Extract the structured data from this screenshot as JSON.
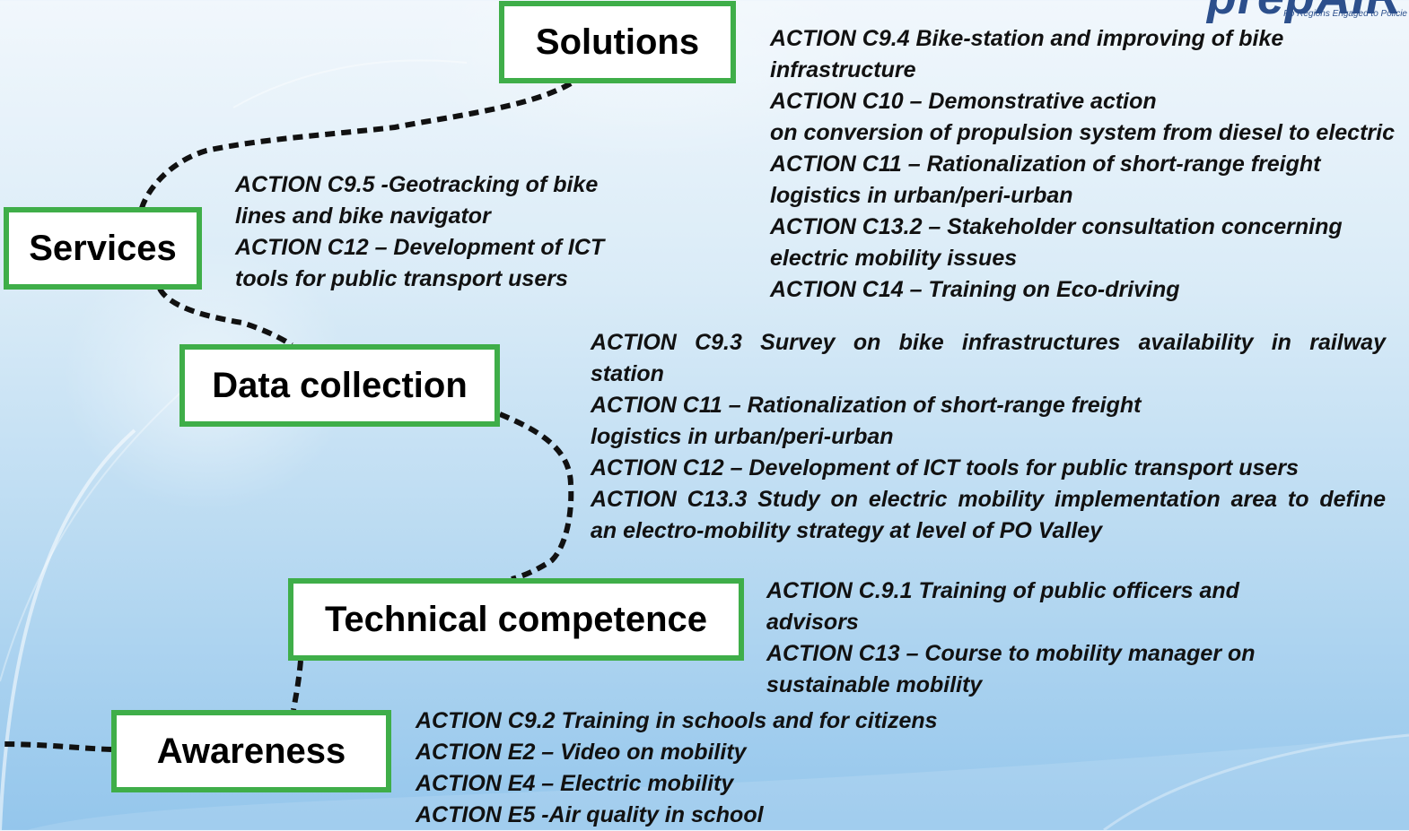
{
  "logo": {
    "word": "prepAIR",
    "tagline": "Po Regions Engaged to Policie"
  },
  "stages": {
    "solutions": "Solutions",
    "services": "Services",
    "data_collection": "Data collection",
    "technical_competence": "Technical competence",
    "awareness": "Awareness"
  },
  "actions": {
    "solutions": [
      "ACTION C9.4  Bike-station and improving of bike",
      "infrastructure",
      "ACTION C10 – Demonstrative action",
      "on conversion of propulsion system from diesel to electric",
      "ACTION C11 – Rationalization of short-range freight",
      "logistics in urban/peri-urban",
      "ACTION C13.2 – Stakeholder consultation concerning",
      "electric mobility issues",
      "ACTION C14 – Training on Eco-driving"
    ],
    "services": [
      "ACTION C9.5 -Geotracking of bike",
      "lines and bike navigator",
      "ACTION C12 – Development of ICT",
      "tools for public transport users"
    ],
    "data_collection": [
      "ACTION C9.3 Survey on bike infrastructures availability in railway",
      "station",
      "ACTION C11 – Rationalization of short-range freight",
      "logistics in urban/peri-urban",
      "ACTION C12 – Development of ICT tools for public transport users",
      "ACTION C13.3 Study on electric mobility implementation area to define",
      "an electro-mobility strategy at level of PO Valley"
    ],
    "technical_competence": [
      "ACTION C.9.1 Training of public officers and",
      "advisors",
      "ACTION C13 – Course to mobility manager on",
      "sustainable mobility"
    ],
    "awareness": [
      "ACTION C9.2 Training in schools and for citizens",
      "ACTION E2 – Video on mobility",
      "ACTION E4 – Electric mobility",
      "ACTION E5 -Air quality in school"
    ]
  },
  "colors": {
    "box_border": "#3fae49",
    "connector": "#111111",
    "logo": "#2c4f8c"
  }
}
